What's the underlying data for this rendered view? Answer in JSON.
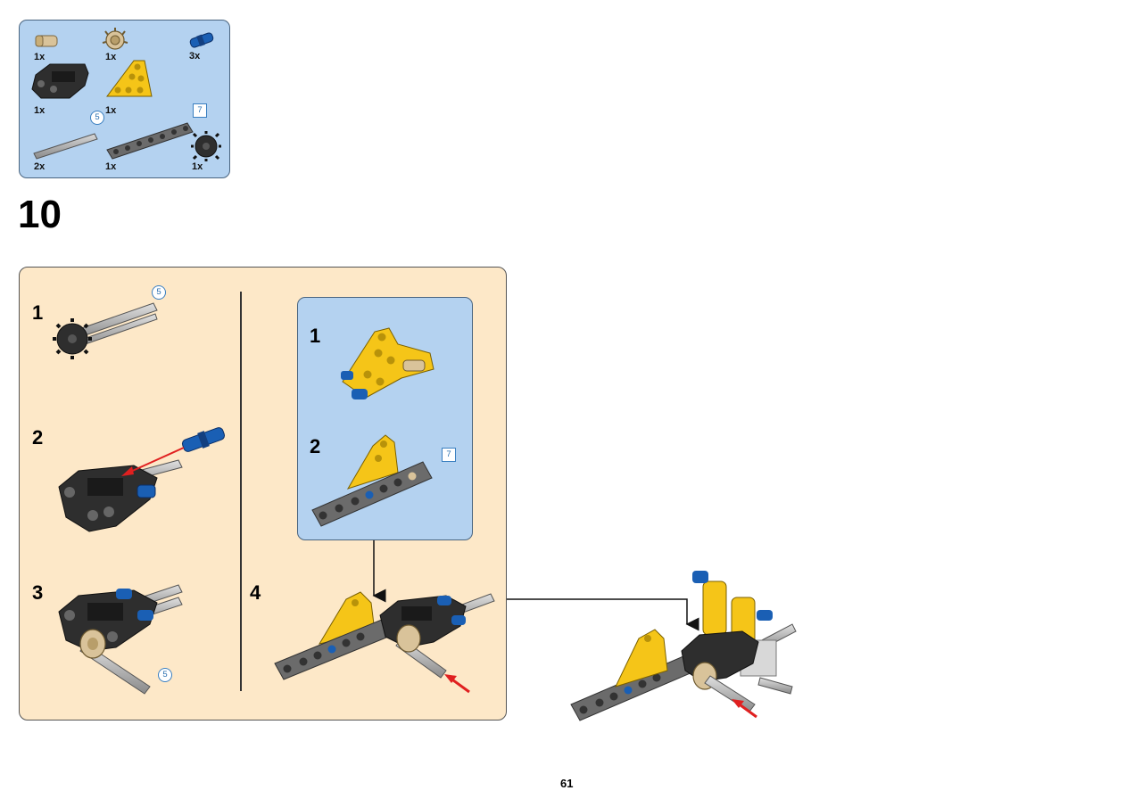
{
  "page_number": "61",
  "step_number": "10",
  "parts_list": {
    "items": [
      {
        "name": "tan-axle-pin",
        "quantity": "1x"
      },
      {
        "name": "tan-bevel-gear",
        "quantity": "1x"
      },
      {
        "name": "blue-pin",
        "quantity": "3x"
      },
      {
        "name": "black-u-connector",
        "quantity": "1x"
      },
      {
        "name": "yellow-triangle-beam",
        "quantity": "1x"
      },
      {
        "name": "gray-axle",
        "quantity": "2x",
        "length": "5"
      },
      {
        "name": "gray-beam",
        "quantity": "1x",
        "length": "7"
      },
      {
        "name": "black-gear",
        "quantity": "1x"
      }
    ]
  },
  "substeps": [
    {
      "label": "1",
      "axle_length": "5"
    },
    {
      "label": "2"
    },
    {
      "label": "3",
      "axle_length": "5"
    },
    {
      "label": "4"
    }
  ],
  "callout": {
    "substeps": [
      {
        "label": "1"
      },
      {
        "label": "2",
        "beam_length": "7"
      }
    ]
  },
  "colors": {
    "parts_bg": "#b4d2f0",
    "steps_bg": "#fde8c8",
    "yellow": "#f5c518",
    "black_part": "#2e2e2e",
    "gray_part": "#6b6b6b",
    "blue_pin": "#1a5fb4",
    "tan": "#d9c39a",
    "arrow_red": "#e02020"
  }
}
